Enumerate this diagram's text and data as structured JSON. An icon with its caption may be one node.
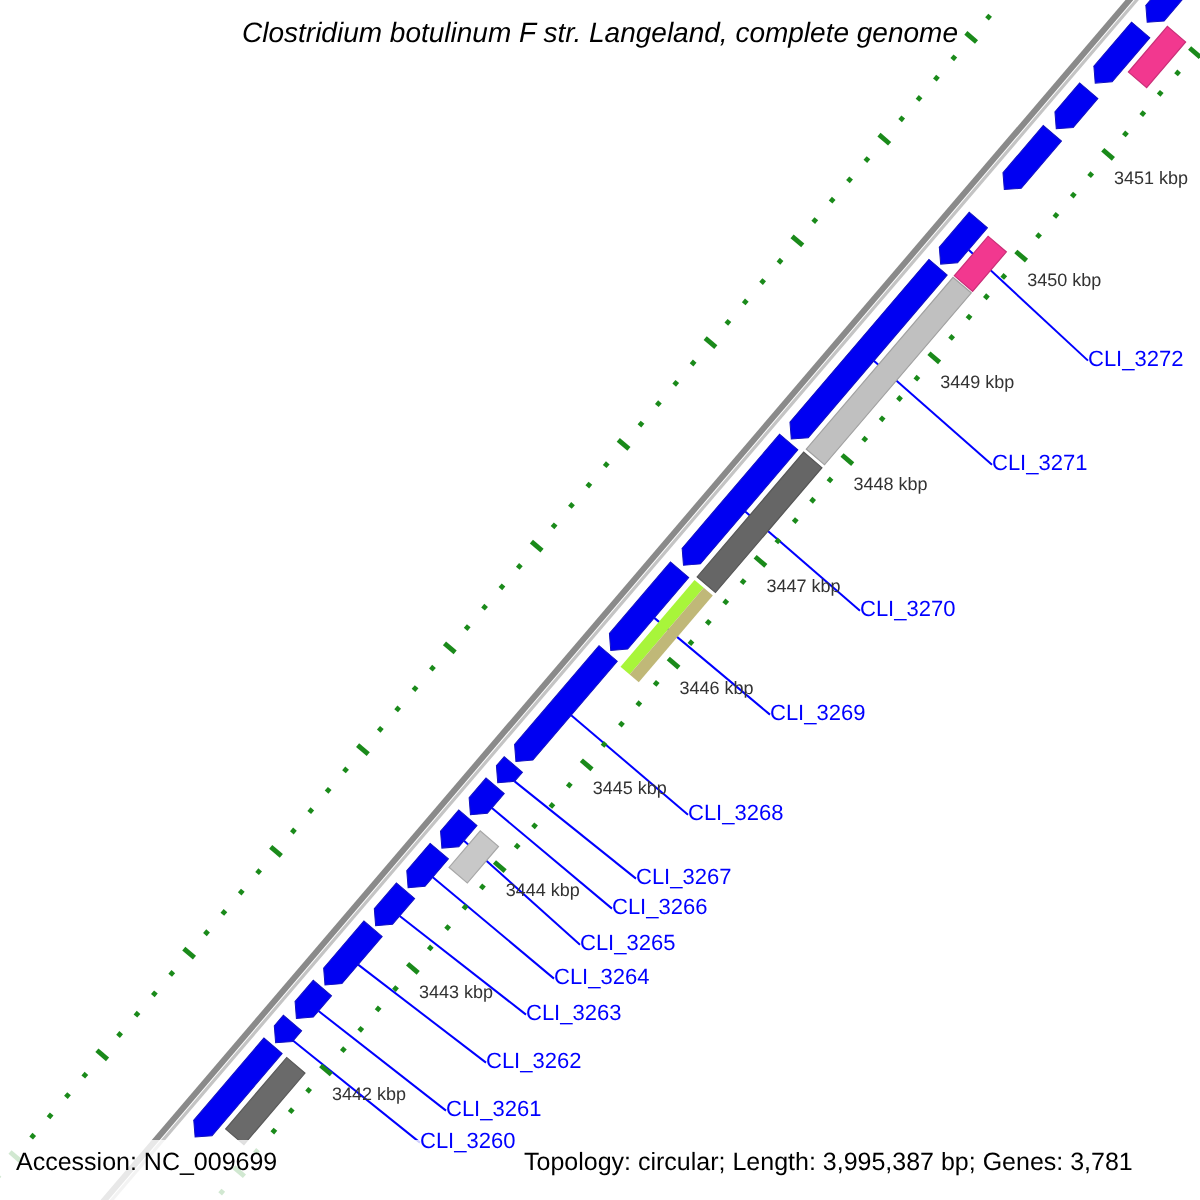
{
  "diagram": {
    "title": "Clostridium botulinum F str. Langeland, complete genome",
    "nodes": [
      {
        "text": [
          "CLI_3272"
        ]
      },
      {
        "text": [
          "CLI_3271"
        ]
      },
      {
        "text": [
          "CLI_3270"
        ]
      },
      {
        "text": [
          "CLI_3269"
        ]
      },
      {
        "text": [
          "CLI_3268"
        ]
      },
      {
        "text": [
          "CLI_3267"
        ]
      },
      {
        "text": [
          "CLI_3266"
        ]
      },
      {
        "text": [
          "CLI_3265"
        ]
      },
      {
        "text": [
          "CLI_3264"
        ]
      },
      {
        "text": [
          "CLI_3263"
        ]
      },
      {
        "text": [
          "CLI_3262"
        ]
      },
      {
        "text": [
          "CLI_3261"
        ]
      },
      {
        "text": [
          "CLI_3260"
        ]
      },
      {
        "text": [],
        "shape": "bar"
      },
      {
        "text": [],
        "shape": "bar"
      },
      {
        "text": [],
        "shape": "bar"
      },
      {
        "text": [],
        "shape": "bar"
      },
      {
        "text": [],
        "shape": "bar"
      },
      {
        "text": [],
        "shape": "bar"
      },
      {
        "text": [],
        "shape": "bar"
      },
      {
        "text": [],
        "shape": "bar"
      },
      {
        "text": [],
        "shape": "bar"
      },
      {
        "text": [],
        "shape": "bar"
      },
      {
        "text": [],
        "shape": "bar"
      },
      {
        "text": [],
        "shape": "bar"
      },
      {
        "text": [],
        "shape": "bar"
      },
      {
        "text": [],
        "shape": "bar"
      },
      {
        "text": [],
        "shape": "bar"
      },
      {
        "text": [],
        "shape": "bar"
      },
      {
        "text": [],
        "shape": "bar"
      },
      {
        "text": [],
        "shape": "bar"
      }
    ],
    "edges": [
      {
        "from": 0,
        "to": 17,
        "arrow": "none"
      },
      {
        "from": 1,
        "to": 18,
        "arrow": "none"
      },
      {
        "from": 2,
        "to": 19,
        "arrow": "none"
      },
      {
        "from": 3,
        "to": 20,
        "arrow": "none"
      },
      {
        "from": 4,
        "to": 21,
        "arrow": "none"
      },
      {
        "from": 5,
        "to": 22,
        "arrow": "none"
      },
      {
        "from": 6,
        "to": 23,
        "arrow": "none"
      },
      {
        "from": 7,
        "to": 24,
        "arrow": "none"
      },
      {
        "from": 8,
        "to": 25,
        "arrow": "none"
      },
      {
        "from": 9,
        "to": 26,
        "arrow": "none"
      },
      {
        "from": 10,
        "to": 27,
        "arrow": "none"
      },
      {
        "from": 11,
        "to": 28,
        "arrow": "none"
      },
      {
        "from": 12,
        "to": 29,
        "arrow": "none"
      }
    ],
    "labels": [
      "3451 kbp",
      "3450 kbp",
      "3449 kbp",
      "3448 kbp",
      "3447 kbp",
      "3446 kbp",
      "3445 kbp",
      "3444 kbp",
      "3443 kbp",
      "3442 kbp",
      "Accession: NC_009699",
      "Topology: circular; Length: 3,995,387 bp; Genes: 3,781"
    ]
  }
}
